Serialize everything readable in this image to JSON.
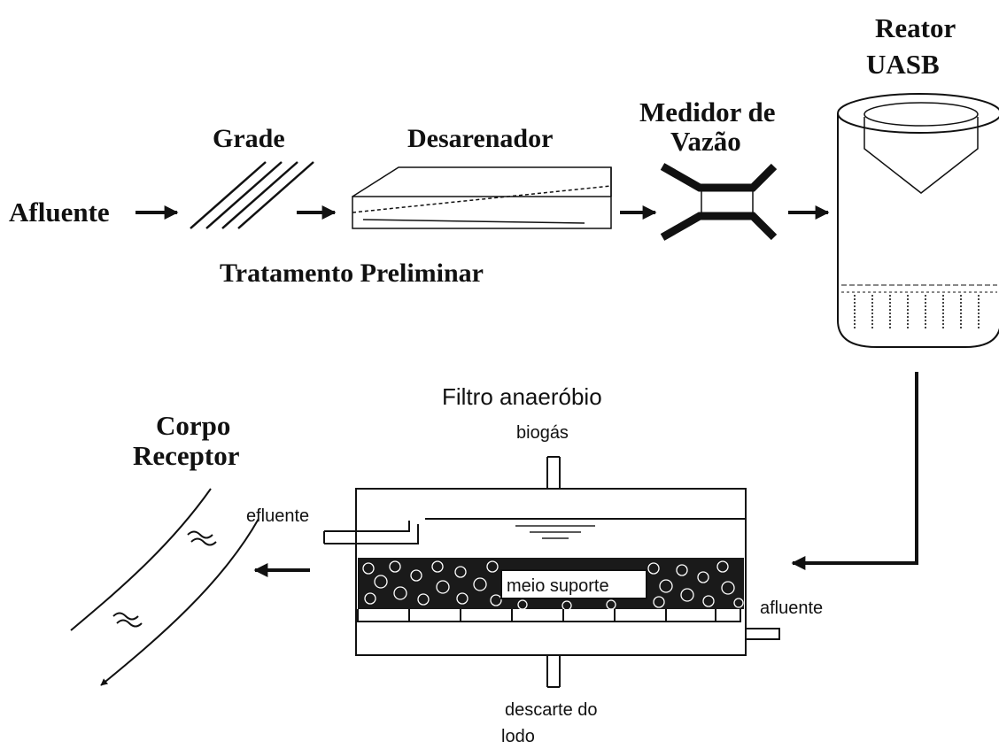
{
  "labels": {
    "afluente_in": "Afluente",
    "grade": "Grade",
    "desarenador": "Desarenador",
    "medidor_line1": "Medidor de",
    "medidor_line2": "Vazão",
    "reator_line1": "Reator",
    "reator_line2": "UASB",
    "tratamento": "Tratamento Preliminar",
    "filtro_title": "Filtro anaeróbio",
    "biogas": "biogás",
    "efluente": "efluente",
    "meio_suporte": "meio suporte",
    "afluente_filter": "afluente",
    "descarte_line1": "descarte do",
    "descarte_line2": "lodo",
    "corpo_line1": "Corpo",
    "corpo_line2": "Receptor"
  }
}
